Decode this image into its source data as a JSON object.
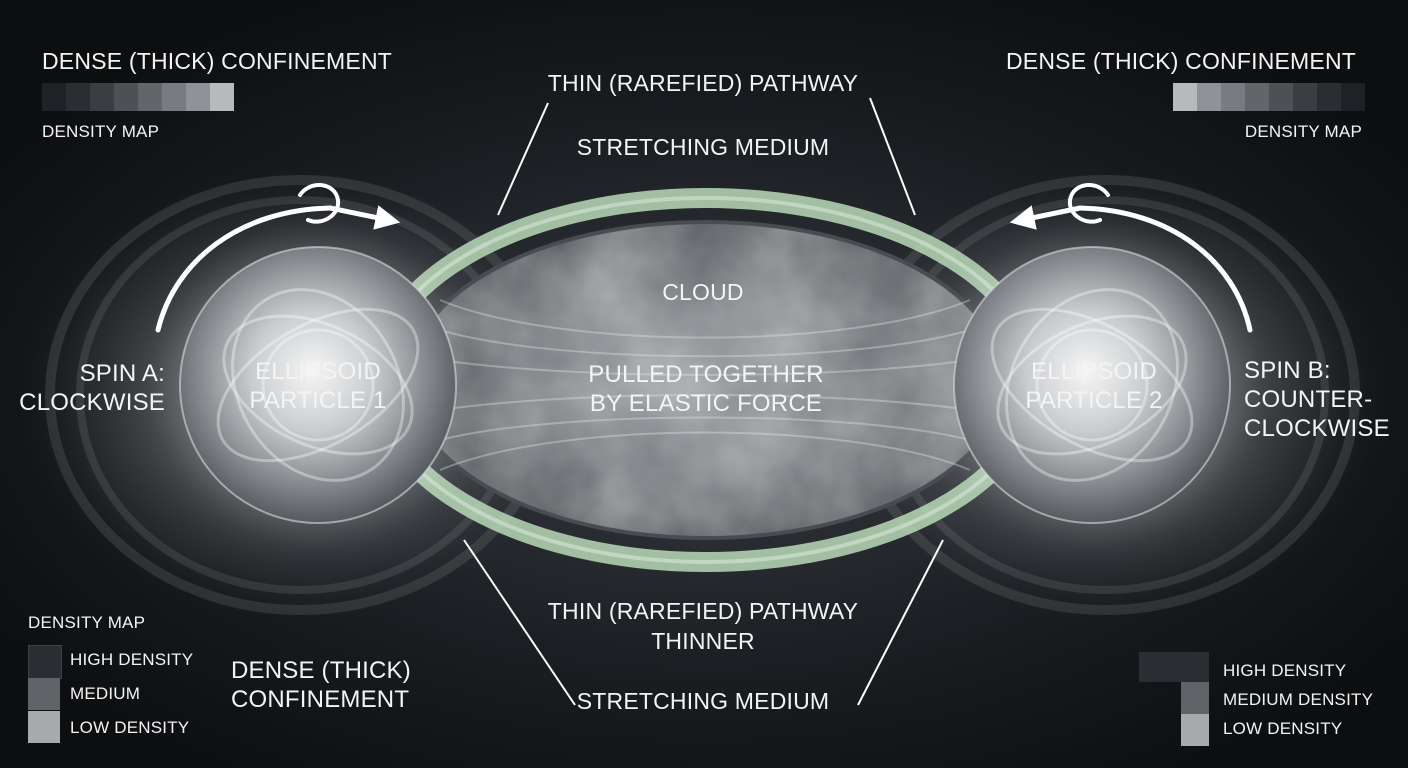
{
  "header": {
    "left_title": "DENSE (THICK) CONFINEMENT",
    "left_map_label": "DENSITY MAP",
    "right_title": "DENSE (THICK) CONFINEMENT",
    "right_map_label": "DENSITY MAP"
  },
  "top_labels": {
    "pathway": "THIN (RAREFIED) PATHWAY",
    "medium": "STRETCHING MEDIUM"
  },
  "center": {
    "cloud": "CLOUD",
    "force_line1": "PULLED TOGETHER",
    "force_line2": "BY ELASTIC FORCE"
  },
  "particle1": {
    "line1": "ELLIPSOID",
    "line2": "PARTICLE 1"
  },
  "particle2": {
    "line1": "ELLIPSOID",
    "line2": "PARTICLE 2"
  },
  "spin_a": {
    "line1": "SPIN A:",
    "line2": "CLOCKWISE"
  },
  "spin_b": {
    "line1": "SPIN B:",
    "line2": "COUNTER-",
    "line3": "CLOCKWISE"
  },
  "bottom_labels": {
    "pathway": "THIN (RAREFIED) PATHWAY",
    "thinner": "THINNER",
    "medium": "STRETCHING MEDIUM"
  },
  "legend_left": {
    "title": "DENSITY MAP",
    "high": "HIGH DENSITY",
    "medium": "MEDIUM",
    "low": "LOW DENSITY",
    "confinement_line1": "DENSE (THICK)",
    "confinement_line2": "CONFINEMENT"
  },
  "legend_right": {
    "high": "HIGH DENSITY",
    "medium": "MEDIUM DENSITY",
    "low": "LOW DENSITY"
  },
  "colors": {
    "background": "#0f1215",
    "ring": "#b9d9b8",
    "text": "#f4f4f4",
    "high_density": "#2a2d31",
    "medium_density": "#5f6266",
    "low_density": "#a7a9ab"
  }
}
